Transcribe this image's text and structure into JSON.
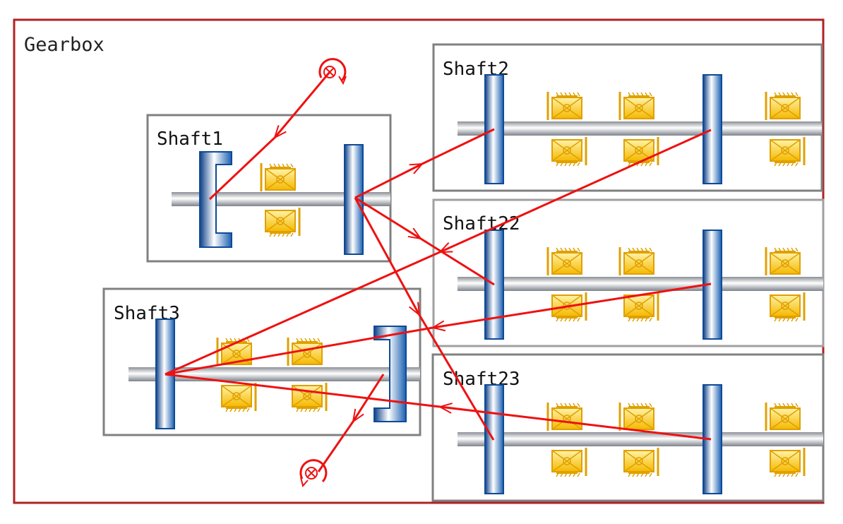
{
  "gearbox": {
    "label": "Gearbox",
    "border_color": "#b22222"
  },
  "shafts": [
    {
      "id": "shaft1",
      "label": "Shaft1"
    },
    {
      "id": "shaft2",
      "label": "Shaft2"
    },
    {
      "id": "shaft22",
      "label": "Shaft22"
    },
    {
      "id": "shaft3",
      "label": "Shaft3"
    },
    {
      "id": "shaft23",
      "label": "Shaft23"
    }
  ],
  "colors": {
    "gear_blue": "#1d5fa8",
    "bearing_orange": "#e0a000",
    "bearing_fill": "#ffd84a",
    "flow_red": "#ee1111",
    "box_gray": "#808080"
  },
  "icons": {
    "input": "torque-input-icon",
    "output": "torque-output-icon",
    "bearing": "bearing-icon",
    "gear": "gear-icon",
    "clutch": "clutch-gear-icon"
  }
}
